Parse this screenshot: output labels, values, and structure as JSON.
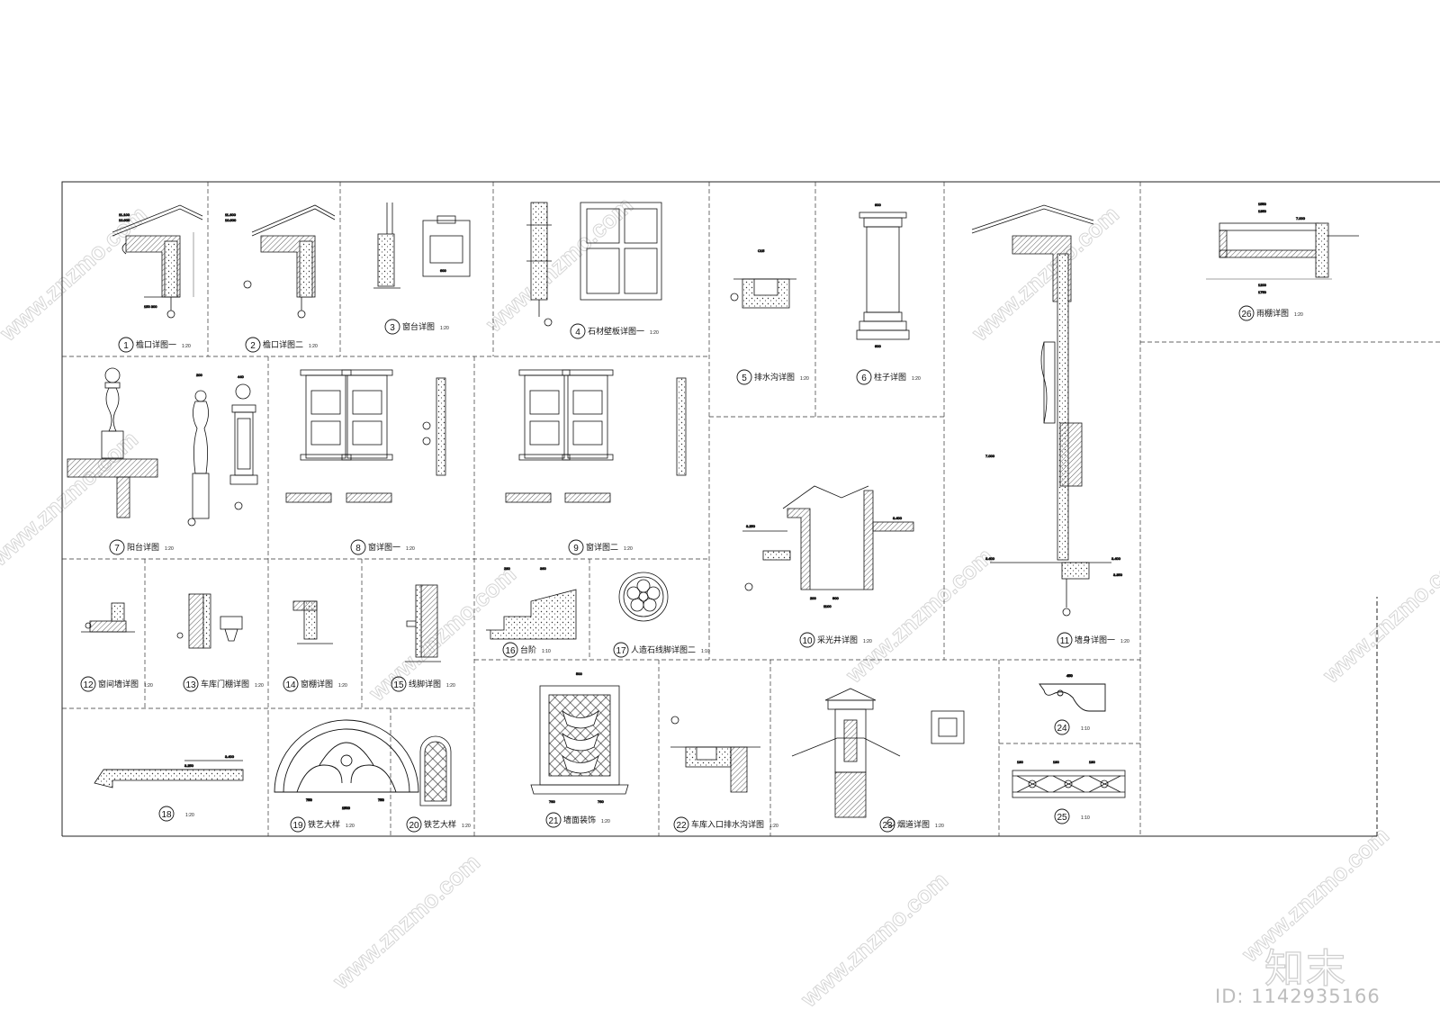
{
  "watermark": {
    "site": "www.znzmo.com",
    "brand": "知末",
    "id_label": "ID: 1142935166"
  },
  "panels": [
    {
      "num": "1",
      "title": "檐口详图一",
      "scale": "1:20"
    },
    {
      "num": "2",
      "title": "檐口详图二",
      "scale": "1:20"
    },
    {
      "num": "3",
      "title": "窗台详图",
      "scale": "1:20"
    },
    {
      "num": "4",
      "title": "石材壁板详图一",
      "scale": "1:20"
    },
    {
      "num": "5",
      "title": "排水沟详图",
      "scale": "1:20"
    },
    {
      "num": "6",
      "title": "柱子详图",
      "scale": "1:20"
    },
    {
      "num": "7",
      "title": "阳台详图",
      "scale": "1:20"
    },
    {
      "num": "8",
      "title": "窗详图一",
      "scale": "1:20"
    },
    {
      "num": "9",
      "title": "窗详图二",
      "scale": "1:20"
    },
    {
      "num": "10",
      "title": "采光井详图",
      "scale": "1:20"
    },
    {
      "num": "11",
      "title": "墙身详图一",
      "scale": "1:20"
    },
    {
      "num": "12",
      "title": "窗间墙详图",
      "scale": "1:20"
    },
    {
      "num": "13",
      "title": "车库门棚详图",
      "scale": "1:20"
    },
    {
      "num": "14",
      "title": "窗棚详图",
      "scale": "1:20"
    },
    {
      "num": "15",
      "title": "线脚详图",
      "scale": "1:20"
    },
    {
      "num": "16",
      "title": "台阶",
      "scale": "1:10"
    },
    {
      "num": "17",
      "title": "人造石线脚详图二",
      "scale": "1:10"
    },
    {
      "num": "18",
      "title": "",
      "scale": "1:20"
    },
    {
      "num": "19",
      "title": "铁艺大样",
      "scale": "1:20"
    },
    {
      "num": "20",
      "title": "铁艺大样",
      "scale": "1:20"
    },
    {
      "num": "21",
      "title": "墙面装饰",
      "scale": "1:20"
    },
    {
      "num": "22",
      "title": "车库入口排水沟详图",
      "scale": "1:20"
    },
    {
      "num": "23",
      "title": "烟道详图",
      "scale": "1:20"
    },
    {
      "num": "24",
      "title": "",
      "scale": "1:10"
    },
    {
      "num": "25",
      "title": "",
      "scale": "1:10"
    },
    {
      "num": "26",
      "title": "雨棚详图",
      "scale": "1:20"
    }
  ],
  "dims": {
    "d600": "600",
    "d200": "200",
    "d440": "440",
    "d1550": "1550",
    "d1350": "1350",
    "d1750": "1750",
    "d1200": "1200",
    "d750a": "750",
    "d750b": "750",
    "d1500": "1500",
    "d450": "450",
    "d190": "190",
    "d280": "280",
    "d360": "360",
    "d1100": "1100",
    "d900": "900",
    "d200b": "200",
    "d760a": "760",
    "d760b": "760",
    "d500": "500",
    "d3400": "3.400",
    "d3250": "3.250",
    "d7000": "7.000",
    "d3350": "3.350"
  }
}
